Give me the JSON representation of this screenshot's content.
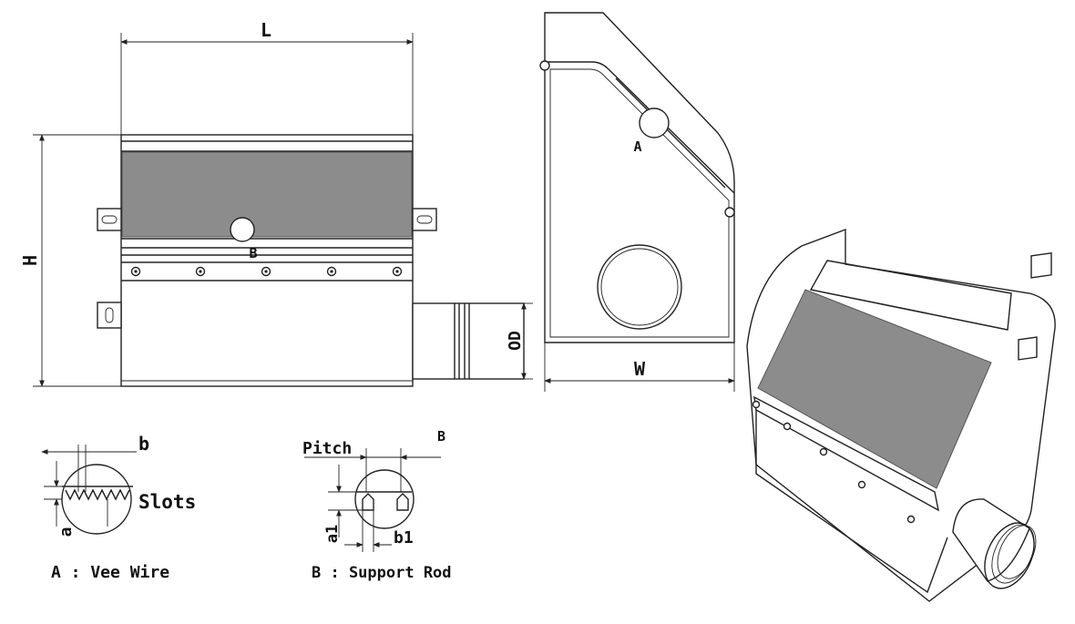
{
  "dimension_labels": {
    "length": "L",
    "height": "H",
    "width": "W",
    "outer_diameter": "OD"
  },
  "callouts": {
    "detail_a": "A",
    "detail_b": "B",
    "detail_b_ref": "B"
  },
  "detail_a": {
    "b_label": "b",
    "slots_label": "Slots",
    "a_label": "a",
    "caption": "A : Vee Wire"
  },
  "detail_b": {
    "pitch_label": "Pitch",
    "a1_label": "a1",
    "b1_label": "b1",
    "caption": "B : Support Rod"
  },
  "colors": {
    "line": "#222222",
    "screen_fill": "#8c8c8c",
    "background": "#ffffff"
  }
}
